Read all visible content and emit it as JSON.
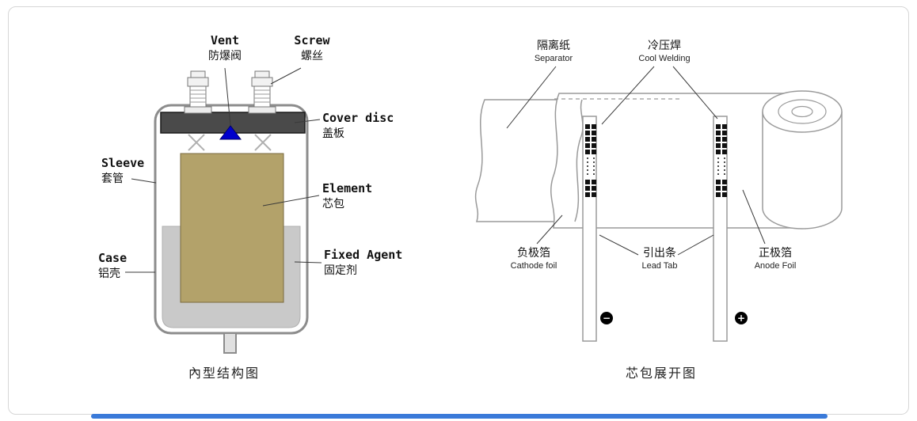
{
  "left_panel": {
    "caption": "內型结构图",
    "labels": {
      "vent": {
        "en": "Vent",
        "zh": "防爆阀"
      },
      "screw": {
        "en": "Screw",
        "zh": "螺丝"
      },
      "cover_disc": {
        "en": "Cover disc",
        "zh": "盖板"
      },
      "sleeve": {
        "en": "Sleeve",
        "zh": "套管"
      },
      "element": {
        "en": "Element",
        "zh": "芯包"
      },
      "case": {
        "en": "Case",
        "zh": "铝壳"
      },
      "fixed_agent": {
        "en": "Fixed Agent",
        "zh": "固定剂"
      }
    }
  },
  "right_panel": {
    "caption": "芯包展开图",
    "labels": {
      "separator": {
        "zh": "隔离纸",
        "en": "Separator"
      },
      "cool_welding": {
        "zh": "冷压焊",
        "en": "Cool Welding"
      },
      "cathode_foil": {
        "zh": "负极箔",
        "en": "Cathode foil"
      },
      "lead_tab": {
        "zh": "引出条",
        "en": "Lead Tab"
      },
      "anode_foil": {
        "zh": "正极箔",
        "en": "Anode Foil"
      }
    },
    "polarity": {
      "minus": "−",
      "plus": "+"
    }
  },
  "colors": {
    "vent": "#0000cc",
    "cover_disc": "#4a4a4a",
    "element_fill": "#b3a26a",
    "fixed_agent_fill": "#c9c9c9",
    "case_outline": "#8c8c8c",
    "accent_bar": "#3a7ad9"
  }
}
